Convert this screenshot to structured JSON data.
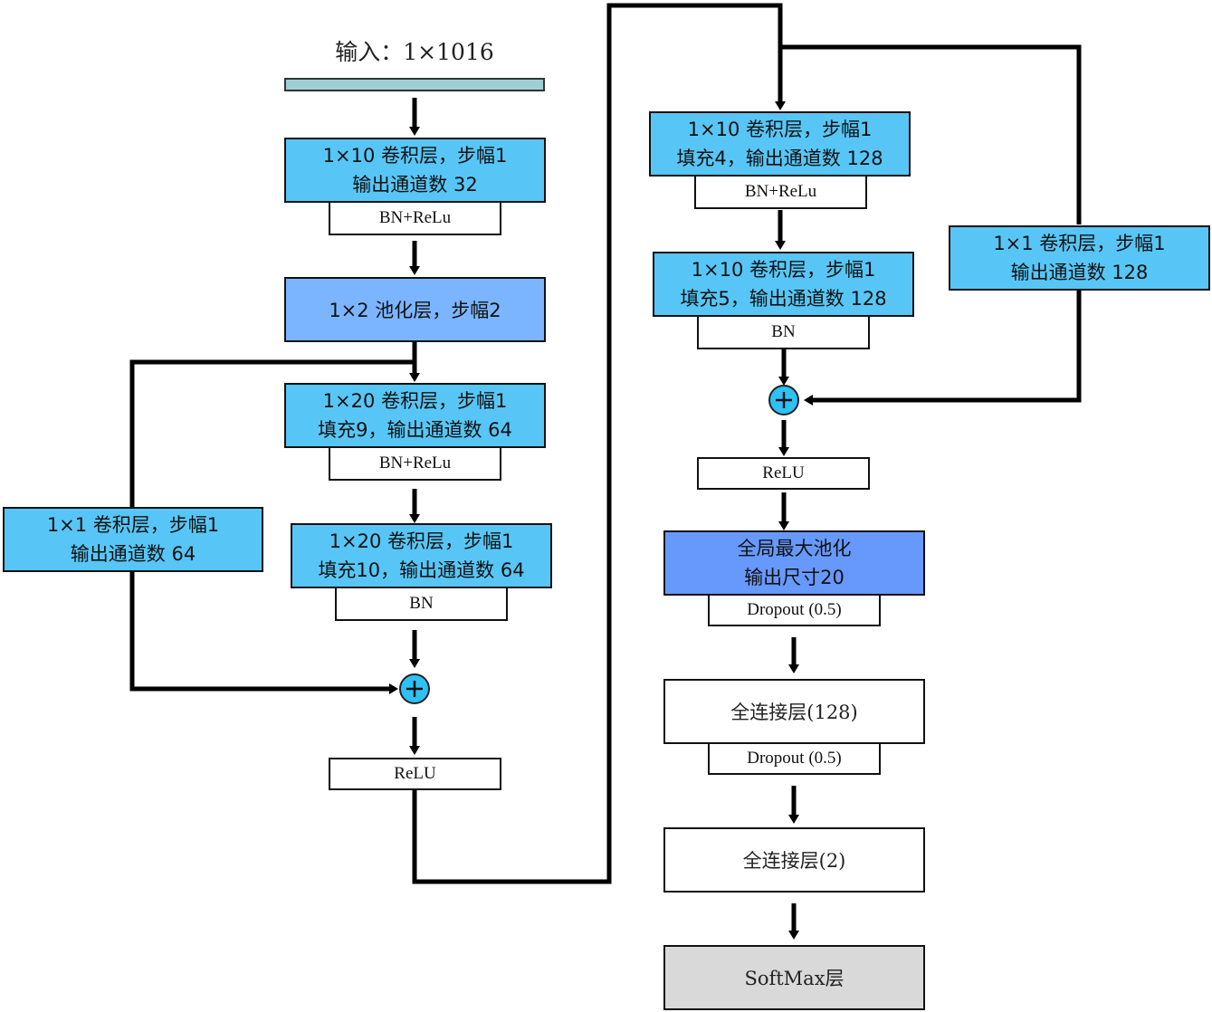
{
  "input": {
    "label": "输入：1×1016"
  },
  "left_column": {
    "conv1": {
      "line1": "1×10 卷积层，步幅1",
      "line2": "输出通道数 32",
      "post": "BN+ReLu"
    },
    "pool1": {
      "label": "1×2 池化层，步幅2"
    },
    "res_conv_a": {
      "line1": "1×20 卷积层，步幅1",
      "line2": "填充9，输出通道数 64",
      "post": "BN+ReLu"
    },
    "res_conv_b": {
      "line1": "1×20 卷积层，步幅1",
      "line2": "填充10，输出通道数 64",
      "post": "BN"
    },
    "shortcut": {
      "line1": "1×1 卷积层，步幅1",
      "line2": "输出通道数 64"
    },
    "relu": "ReLU"
  },
  "right_column": {
    "res_conv_a": {
      "line1": "1×10 卷积层，步幅1",
      "line2": "填充4，输出通道数 128",
      "post": "BN+ReLu"
    },
    "res_conv_b": {
      "line1": "1×10 卷积层，步幅1",
      "line2": "填充5，输出通道数 128",
      "post": "BN"
    },
    "shortcut": {
      "line1": "1×1 卷积层，步幅1",
      "line2": "输出通道数 128"
    },
    "relu": "ReLU",
    "global_pool": {
      "line1": "全局最大池化",
      "line2": "输出尺寸20",
      "post": "Dropout (0.5)"
    },
    "fc1": {
      "label": "全连接层(128)",
      "post": "Dropout (0.5)"
    },
    "fc2": {
      "label": "全连接层(2)"
    },
    "softmax": {
      "label": "SoftMax层"
    }
  },
  "icons": {
    "add": "plus-circle-icon"
  },
  "colors": {
    "conv": "#57c6f6",
    "pool": "#7cb5ff",
    "global_pool": "#6799fc",
    "softmax": "#d9d9d9",
    "input": "#9fcfd6"
  }
}
